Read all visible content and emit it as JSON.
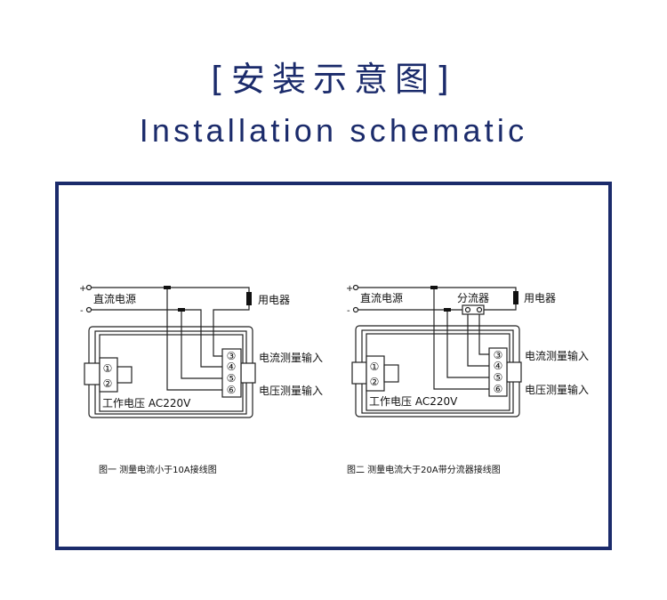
{
  "header": {
    "title_cn": "[安装示意图]",
    "title_en": "Installation schematic"
  },
  "diagrams": [
    {
      "plus": "+",
      "minus": "-",
      "power_source": "直流电源",
      "load": "用电器",
      "current_input": "电流测量输入",
      "voltage_input": "电压测量输入",
      "supply": "工作电压 AC220V",
      "terminals": [
        "①",
        "②",
        "③",
        "④",
        "⑤",
        "⑥"
      ],
      "caption": "图一  测量电流小于10A接线图"
    },
    {
      "plus": "+",
      "minus": "-",
      "power_source": "直流电源",
      "shunt": "分流器",
      "load": "用电器",
      "current_input": "电流测量输入",
      "voltage_input": "电压测量输入",
      "supply": "工作电压 AC220V",
      "terminals": [
        "①",
        "②",
        "③",
        "④",
        "⑤",
        "⑥"
      ],
      "caption": "图二 测量电流大于20A带分流器接线图"
    }
  ],
  "colors": {
    "brand": "#1b2b6b"
  }
}
